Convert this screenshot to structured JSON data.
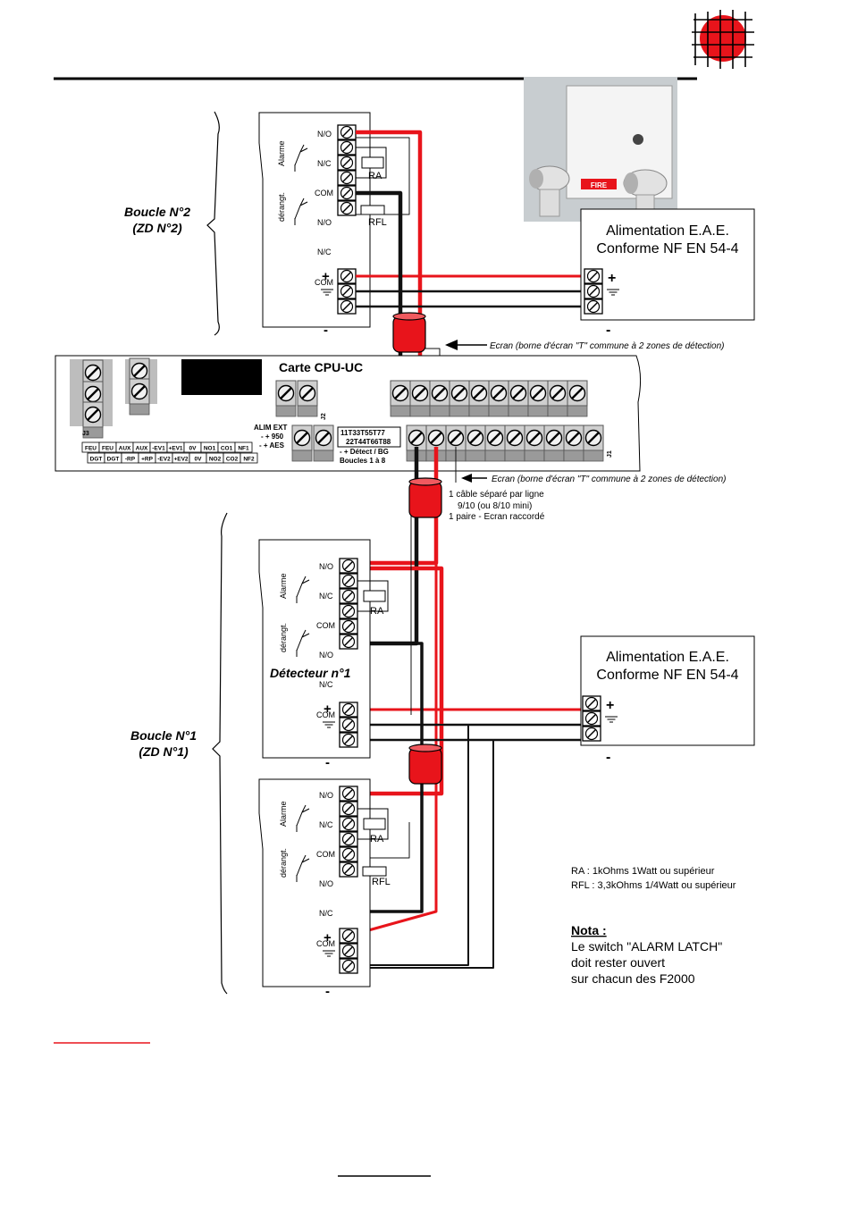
{
  "loop2": {
    "title": "Boucle N°2",
    "zone": "(ZD N°2)"
  },
  "loop1": {
    "title": "Boucle N°1",
    "zone": "(ZD N°1)"
  },
  "detector": {
    "no": "N/O",
    "nc": "N/C",
    "com": "COM",
    "alarme": "Alarme",
    "derangt": "dérangt.",
    "ra": "RA",
    "rfl": "RFL",
    "plus": "+",
    "minus": "-",
    "detecteur1": "Détecteur n°1"
  },
  "psu": {
    "line1": "Alimentation E.A.E.",
    "line2": "Conforme NF EN 54-4",
    "plus": "+",
    "minus": "-"
  },
  "ecran_note": "Ecran (borne d'écran \"T\" commune à 2 zones de détection)",
  "cpu": {
    "title": "Carte CPU-UC",
    "j1": "J1",
    "j2": "J2",
    "j3": "J3",
    "alim1": "ALIM EXT",
    "alim2": "- + 950",
    "alim3": "- + AES",
    "terminals_top": "11T33T55T77",
    "terminals_bottom": "22T44T66T88",
    "detect": "- + Détect / BG",
    "boucles": "Boucles 1 à 8",
    "row1": [
      "FEU",
      "FEU",
      "AUX",
      "AUX",
      "-EV1",
      "+EV1",
      "0V",
      "NO1",
      "CO1",
      "NF1"
    ],
    "row2": [
      "DGT",
      "DGT",
      "-RP",
      "+RP",
      "-EV2",
      "+EV2",
      "0V",
      "NO2",
      "CO2",
      "NF2"
    ]
  },
  "cable": {
    "line1": "1 câble séparé par ligne",
    "line2": "9/10 (ou 8/10 mini)",
    "line3": "1 paire - Ecran raccordé"
  },
  "legend": {
    "ra": "RA : 1kOhms 1Watt ou supérieur",
    "rfl": "RFL : 3,3kOhms 1/4Watt ou supérieur"
  },
  "nota": {
    "title": "Nota :",
    "line1": "Le switch \"ALARM LATCH\"",
    "line2": "doit rester ouvert",
    "line3": "sur chacun des F2000"
  },
  "photo": {
    "fire": "FIRE"
  },
  "colors": {
    "red": "#e8141b",
    "black": "#111111",
    "terminal": "#cfcfcf",
    "grey": "#9a9a9a"
  },
  "icons": [
    "logo-grid-icon",
    "detector-photo",
    "ferrite-core-icon",
    "ground-icon",
    "arrow-left-icon"
  ]
}
